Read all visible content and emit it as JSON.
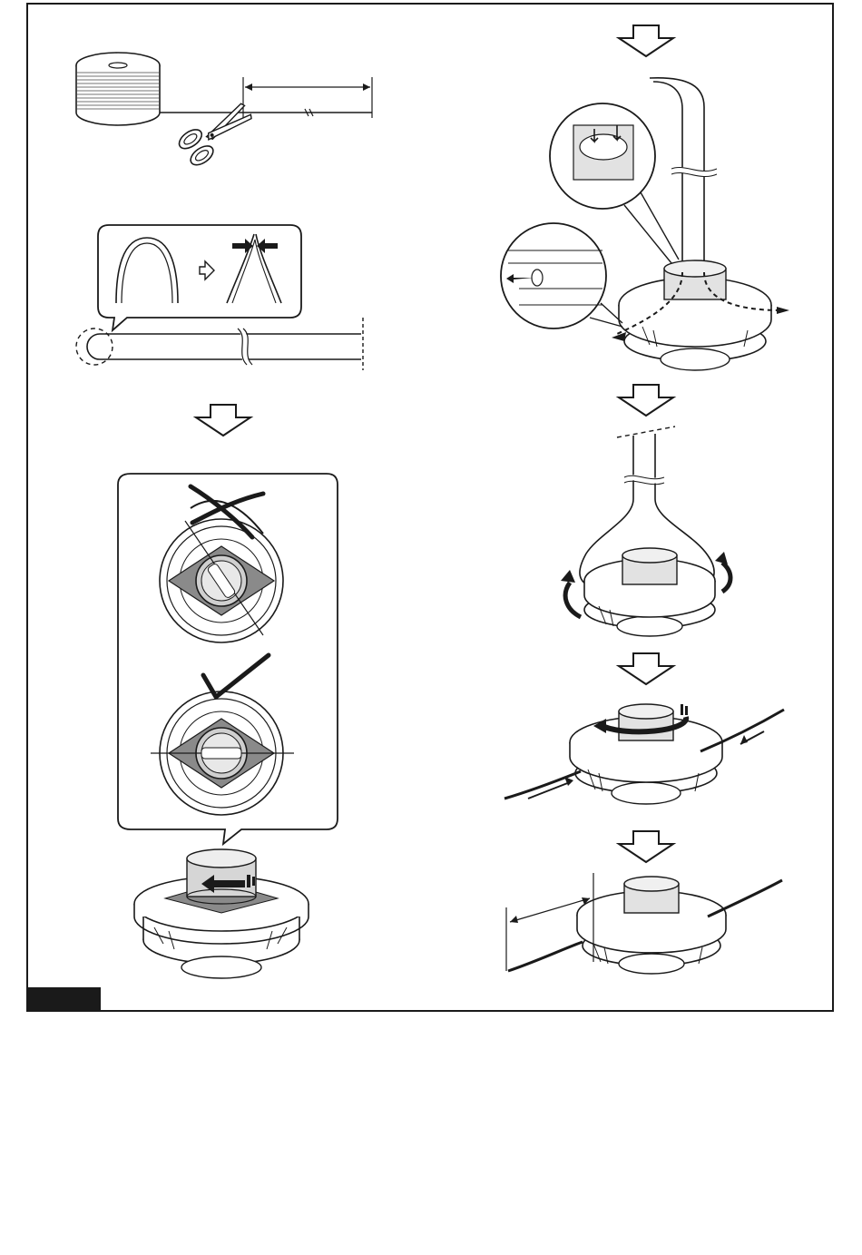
{
  "figure": {
    "label": ""
  },
  "steps": [
    {
      "name": "cut-line-from-spool",
      "icon": "scissors-icon"
    },
    {
      "name": "bend-line-in-half",
      "icon": "bent-line-icon"
    },
    {
      "name": "align-arrow-with-cutter-head",
      "icon": "check-icon"
    },
    {
      "name": "insert-line-through-holes",
      "icon": "cutter-head-icon"
    },
    {
      "name": "pull-line-evenly",
      "icon": "arrow-icon"
    },
    {
      "name": "wind-line-by-turning-knob",
      "icon": "rotate-icon"
    },
    {
      "name": "leave-line-length",
      "icon": "dimension-icon"
    }
  ],
  "colors": {
    "line": "#1a1a1a",
    "fill_dark": "#8a8a8a",
    "fill_light": "#f4f4f4"
  }
}
